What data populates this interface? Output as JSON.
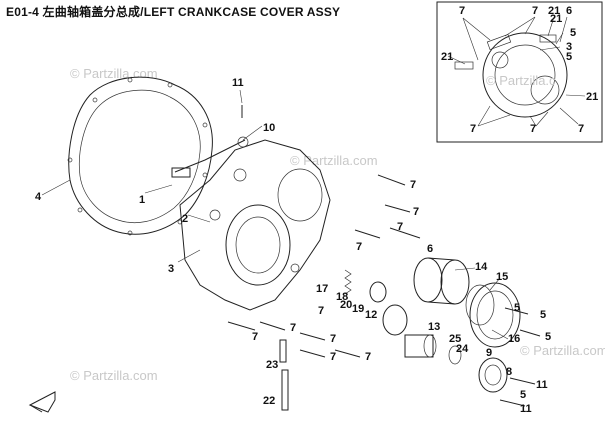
{
  "title": "E01-4 左曲轴箱盖分总成/LEFT CRANKCASE COVER ASSY",
  "watermark": "© Partzilla.com",
  "inset_watermark": "© Partzilla.c",
  "callouts": [
    "1",
    "2",
    "3",
    "4",
    "5",
    "6",
    "7",
    "8",
    "9",
    "10",
    "11",
    "12",
    "13",
    "14",
    "15",
    "16",
    "17",
    "18",
    "19",
    "20",
    "21",
    "22",
    "23",
    "24",
    "25"
  ],
  "inset_callouts": [
    "7",
    "7",
    "21",
    "6",
    "5",
    "3",
    "5",
    "21",
    "7",
    "7",
    "21",
    "7"
  ]
}
